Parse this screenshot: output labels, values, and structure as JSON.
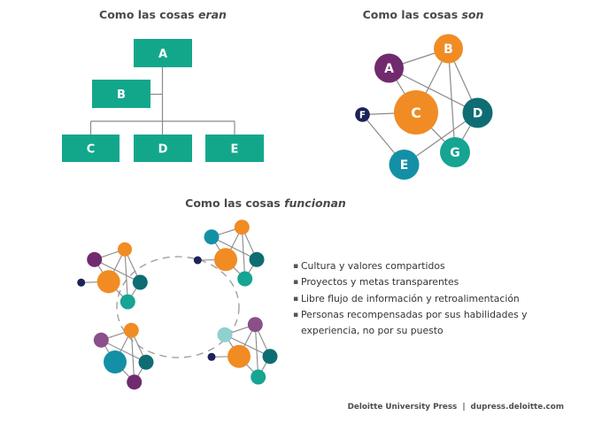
{
  "sections": {
    "eran": {
      "title_prefix": "Como las cosas ",
      "title_emph": "eran"
    },
    "son": {
      "title_prefix": "Como las cosas ",
      "title_emph": "son"
    },
    "funcionan": {
      "title_prefix": "Como las cosas ",
      "title_emph": "funcionan"
    }
  },
  "hierarchy": {
    "nodes": {
      "A": "A",
      "B": "B",
      "C": "C",
      "D": "D",
      "E": "E"
    },
    "box_color": "#12a78b",
    "line_color": "#8a8a8a"
  },
  "network": {
    "nodes": [
      {
        "id": "A",
        "label": "A",
        "color": "purple"
      },
      {
        "id": "B",
        "label": "B",
        "color": "orange"
      },
      {
        "id": "C",
        "label": "C",
        "color": "orange"
      },
      {
        "id": "D",
        "label": "D",
        "color": "teal_dark"
      },
      {
        "id": "E",
        "label": "E",
        "color": "teal_blue"
      },
      {
        "id": "F",
        "label": "F",
        "color": "navy"
      },
      {
        "id": "G",
        "label": "G",
        "color": "teal_green"
      }
    ],
    "edges": [
      [
        "A",
        "B"
      ],
      [
        "A",
        "C"
      ],
      [
        "A",
        "D"
      ],
      [
        "B",
        "C"
      ],
      [
        "B",
        "G"
      ],
      [
        "B",
        "D"
      ],
      [
        "C",
        "F"
      ],
      [
        "C",
        "G"
      ],
      [
        "D",
        "G"
      ],
      [
        "D",
        "E"
      ],
      [
        "F",
        "E"
      ]
    ]
  },
  "clusters": [
    {
      "name": "top-left",
      "colors": [
        "purple",
        "orange",
        "orange",
        "navy",
        "teal_dark",
        "teal_green"
      ]
    },
    {
      "name": "top-right",
      "colors": [
        "teal_blue",
        "orange",
        "orange",
        "navy",
        "teal_dark",
        "teal_green"
      ]
    },
    {
      "name": "bottom-left",
      "colors": [
        "mauve",
        "orange",
        "teal_blue",
        "teal_dark",
        "purple"
      ]
    },
    {
      "name": "bottom-right",
      "colors": [
        "light_teal",
        "mauve",
        "orange",
        "navy",
        "teal_dark",
        "teal_green"
      ]
    }
  ],
  "palette": {
    "orange": "#f08c23",
    "purple": "#722a6e",
    "teal_dark": "#0e6d73",
    "teal_green": "#16a493",
    "teal_blue": "#1390a5",
    "navy": "#1b2358",
    "mauve": "#8b4f8a",
    "light_teal": "#8fd1cf",
    "line": "#8a8a8a",
    "dash": "#9a9a9a"
  },
  "bullets": [
    "Cultura y valores compartidos",
    "Proyectos y metas transparentes",
    "Libre flujo de información y retroalimentación",
    "Personas recompensadas por sus habilidades y experiencia, no por su puesto"
  ],
  "bullet_glyph": "▪",
  "footer": {
    "publisher": "Deloitte University Press",
    "separator": "|",
    "url": "dupress.deloitte.com"
  }
}
